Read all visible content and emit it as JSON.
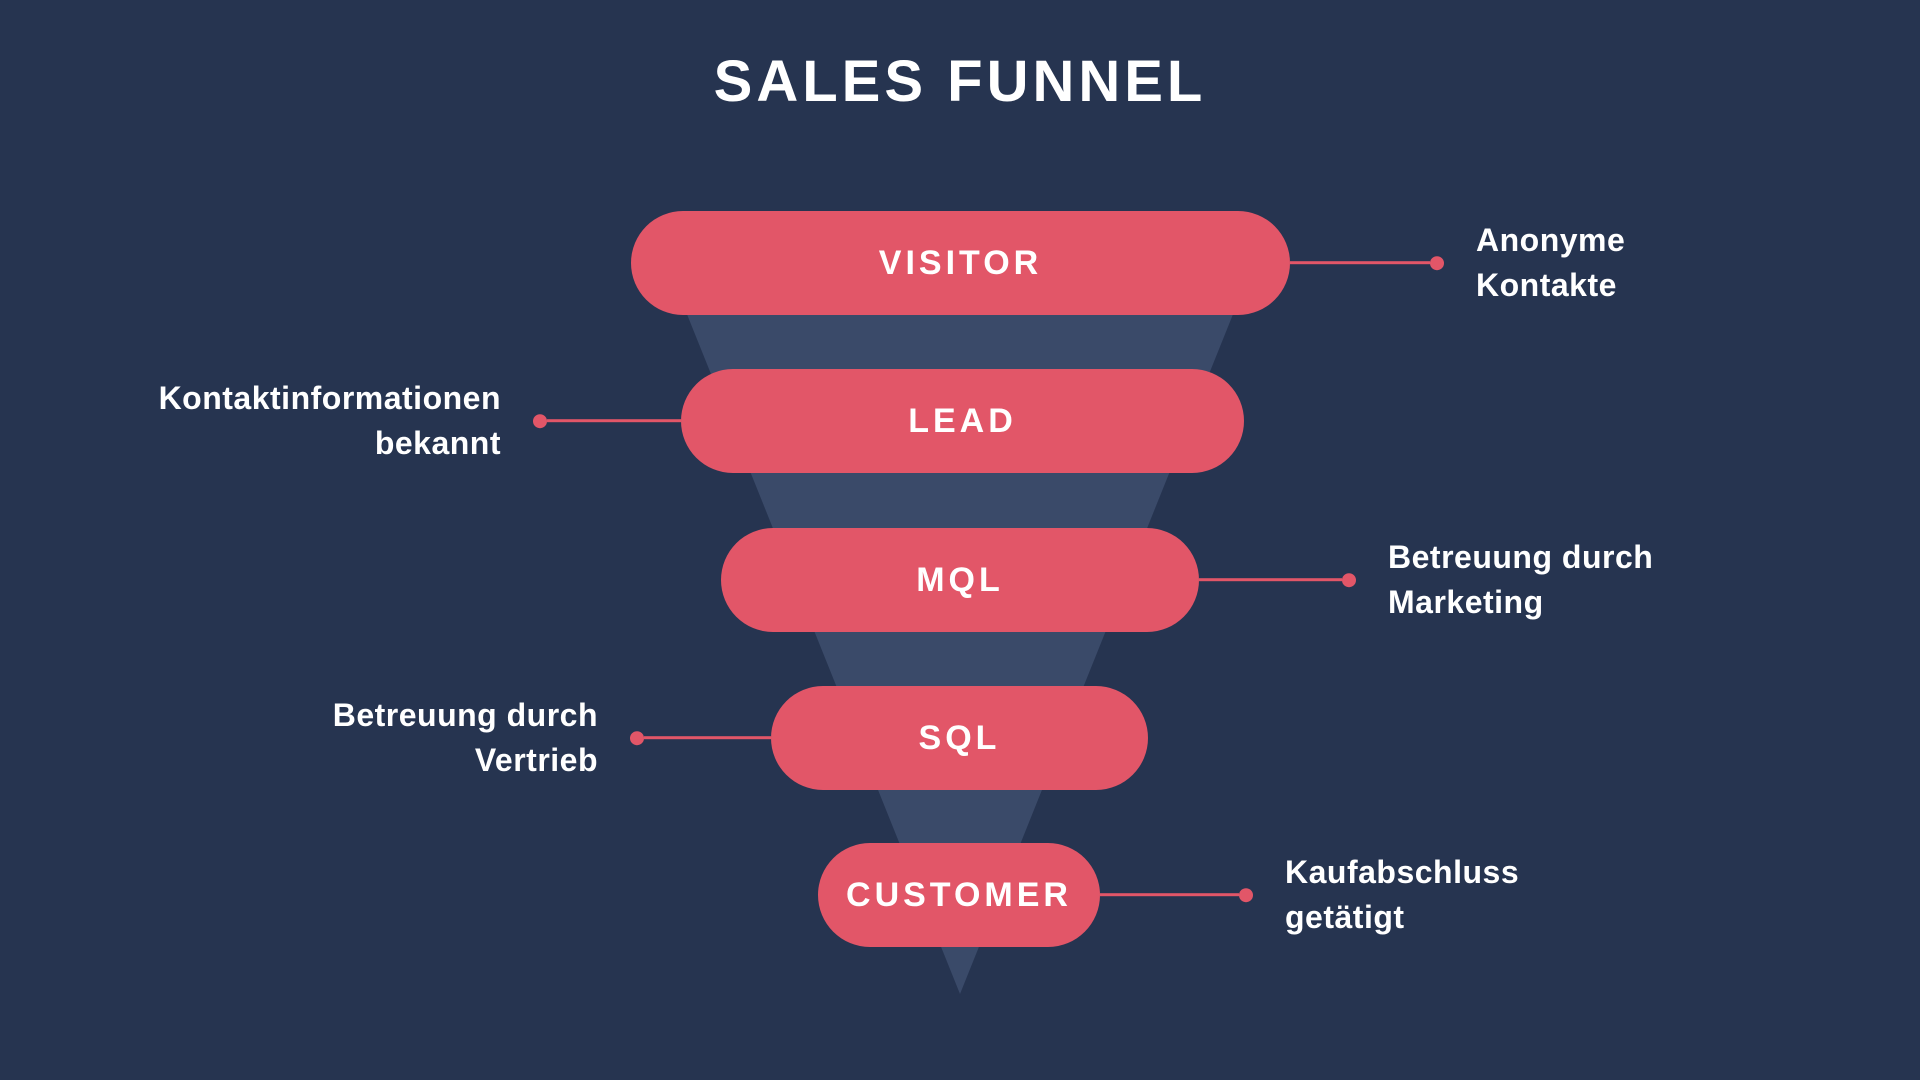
{
  "title": "SALES FUNNEL",
  "colors": {
    "background": "#263450",
    "stage_fill": "#E25668",
    "funnel_shape": "#3A4A69",
    "connector": "#E25668",
    "text": "#FFFFFF"
  },
  "funnel": {
    "stages": [
      {
        "label": "VISITOR",
        "annotation_side": "right",
        "annotation_lines": [
          "Anonyme",
          "Kontakte"
        ]
      },
      {
        "label": "LEAD",
        "annotation_side": "left",
        "annotation_lines": [
          "Kontaktinformationen",
          "bekannt"
        ]
      },
      {
        "label": "MQL",
        "annotation_side": "right",
        "annotation_lines": [
          "Betreuung durch",
          "Marketing"
        ]
      },
      {
        "label": "SQL",
        "annotation_side": "left",
        "annotation_lines": [
          "Betreuung durch",
          "Vertrieb"
        ]
      },
      {
        "label": "CUSTOMER",
        "annotation_side": "right",
        "annotation_lines": [
          "Kaufabschluss",
          "getätigt"
        ]
      }
    ]
  }
}
